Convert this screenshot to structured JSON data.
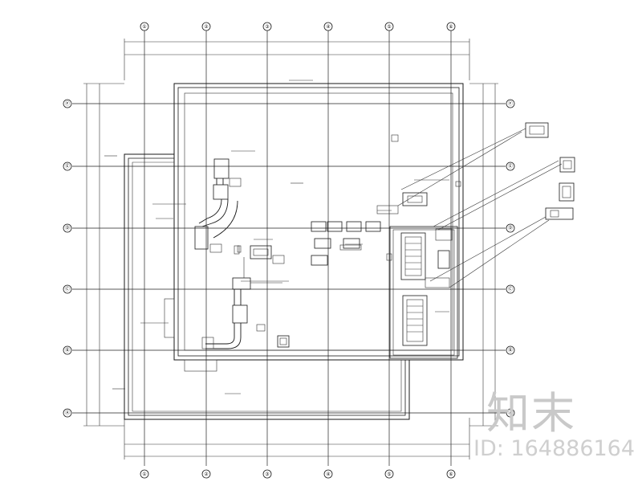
{
  "watermark": {
    "logo": "知末",
    "id_text": "ID: 164886164"
  },
  "axes": {
    "columns": [
      "①",
      "②",
      "③",
      "④",
      "⑤",
      "⑥"
    ],
    "rows": [
      "Ⓕ",
      "Ⓔ",
      "Ⓓ",
      "Ⓒ",
      "Ⓑ",
      "Ⓐ"
    ]
  }
}
